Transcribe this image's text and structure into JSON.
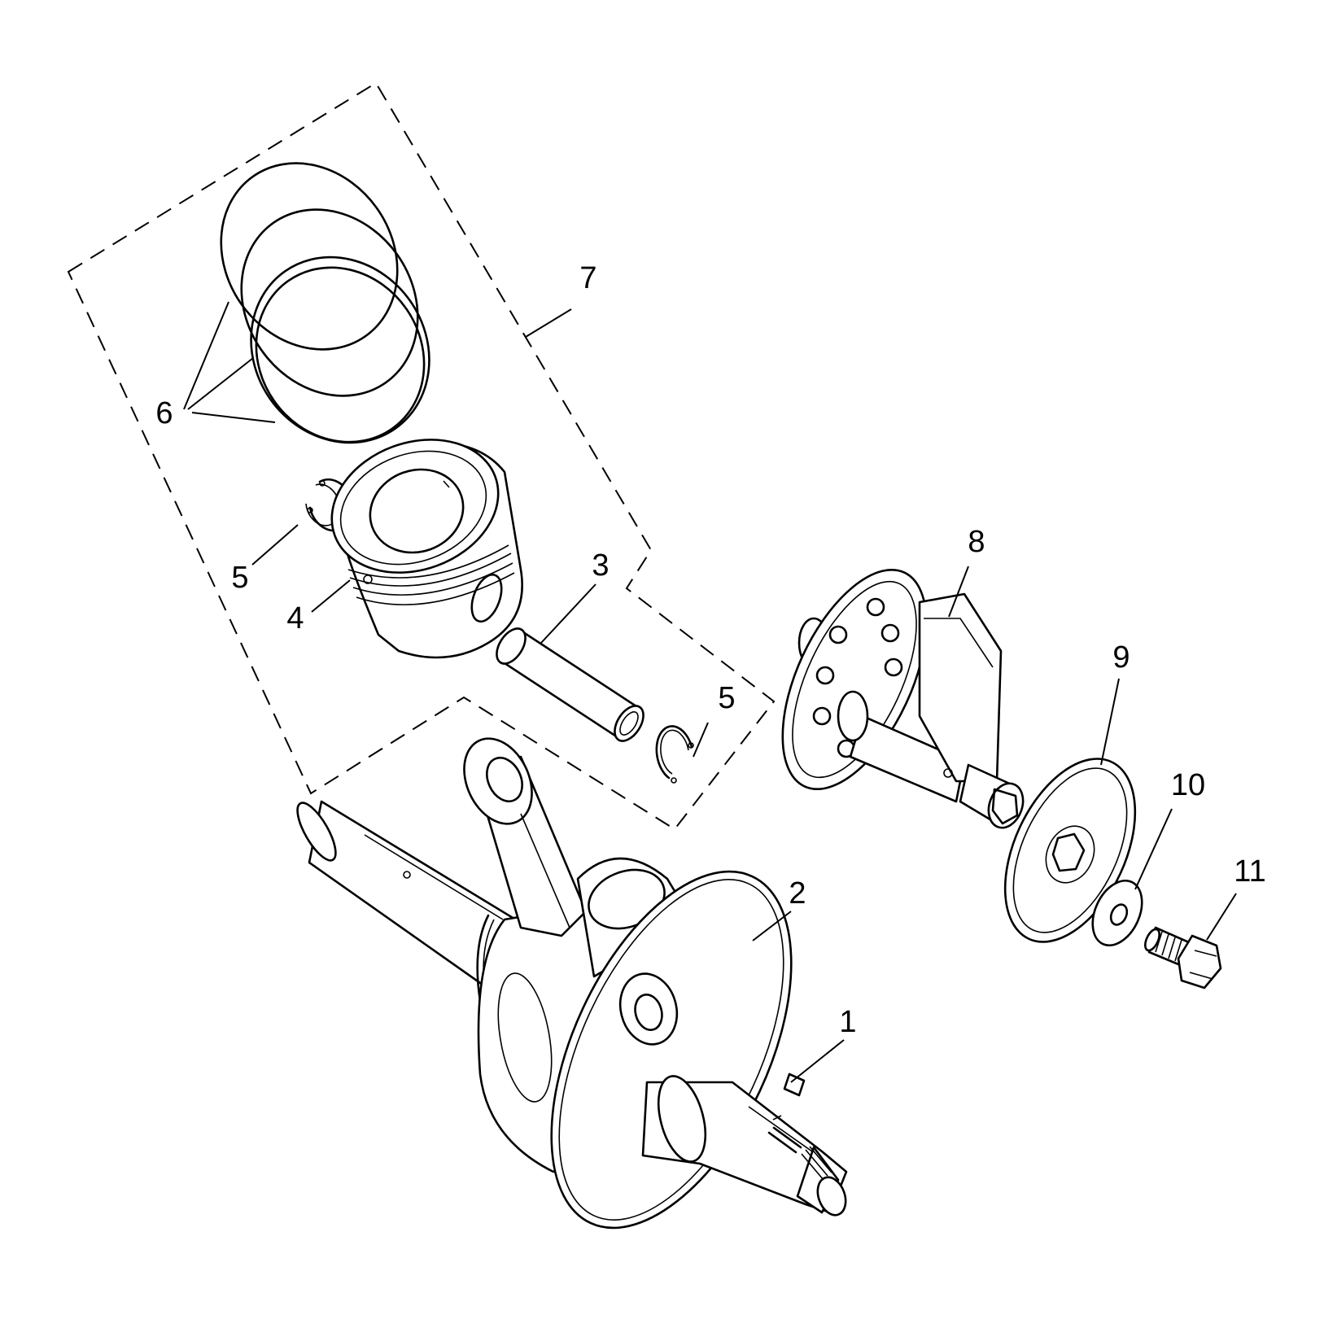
{
  "callouts": [
    {
      "id": "1",
      "label": "1"
    },
    {
      "id": "2",
      "label": "2"
    },
    {
      "id": "3",
      "label": "3"
    },
    {
      "id": "4",
      "label": "4"
    },
    {
      "id": "5a",
      "label": "5"
    },
    {
      "id": "5b",
      "label": "5"
    },
    {
      "id": "6",
      "label": "6"
    },
    {
      "id": "7",
      "label": "7"
    },
    {
      "id": "8",
      "label": "8"
    },
    {
      "id": "9",
      "label": "9"
    },
    {
      "id": "10",
      "label": "10"
    },
    {
      "id": "11",
      "label": "11"
    }
  ],
  "colors": {
    "line": "#000000",
    "background": "#ffffff"
  }
}
